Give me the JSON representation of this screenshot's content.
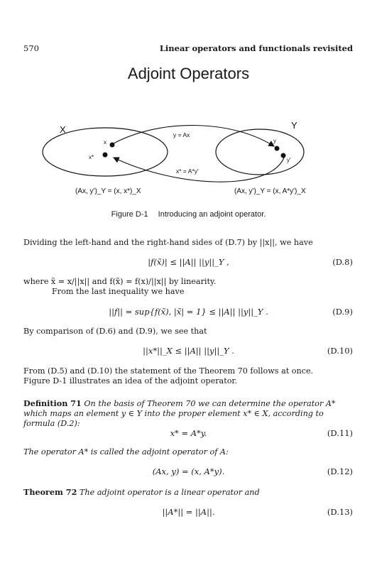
{
  "header": {
    "page_number": "570",
    "running_title": "Linear operators and functionals revisited"
  },
  "section_title": "Adjoint Operators",
  "figure": {
    "label_X": "X",
    "label_Y": "Y",
    "point_x": "x",
    "point_xstar": "x*",
    "point_y": "y",
    "point_yprime": "y'",
    "arrow_top": "y = Ax",
    "arrow_bottom": "x* = A*y'",
    "formula_left": "(Ax, y')_Y = (x, x*)_X",
    "formula_right": "(Ax, y')_Y = (x, A*y')_X",
    "caption_label": "Figure D-1",
    "caption_text": "Introducing an adjoint operator."
  },
  "body": {
    "p1": "Dividing the left-hand and the right-hand sides of (D.7) by ||x||, we have",
    "eq_d8": "|f(x̃)| ≤ ||A|| ||y||_Y ,",
    "eq_d8_num": "(D.8)",
    "p2": "where x̃ = x/||x|| and f(x̃) = f(x)/||x|| by linearity.",
    "p3": "From the last inequality we have",
    "eq_d9": "||f|| = sup{f(x̃), |x̃| = 1} ≤ ||A|| ||y||_Y .",
    "eq_d9_num": "(D.9)",
    "p4": "By comparison of (D.6) and (D.9), we see that",
    "eq_d10": "||x*||_X ≤ ||A|| ||y||_Y .",
    "eq_d10_num": "(D.10)",
    "p5a": "From (D.5) and (D.10) the statement of the Theorem 70 follows at once.",
    "p5b": "Figure D-1 illustrates an idea of the adjoint operator.",
    "def71_head": "Definition 71",
    "def71_text": "On the basis of Theorem 70 we can determine the operator A* which maps an element y ∈ Y into the proper element x* ∈ X, according to formula (D.2):",
    "eq_d11": "x* = A*y.",
    "eq_d11_num": "(D.11)",
    "p6": "The operator A* is called the adjoint operator of A:",
    "eq_d12": "(Ax, y) = (x, A*y).",
    "eq_d12_num": "(D.12)",
    "thm72_head": "Theorem 72",
    "thm72_text": "The adjoint operator is a linear operator and",
    "eq_d13": "||A*|| = ||A||.",
    "eq_d13_num": "(D.13)"
  }
}
